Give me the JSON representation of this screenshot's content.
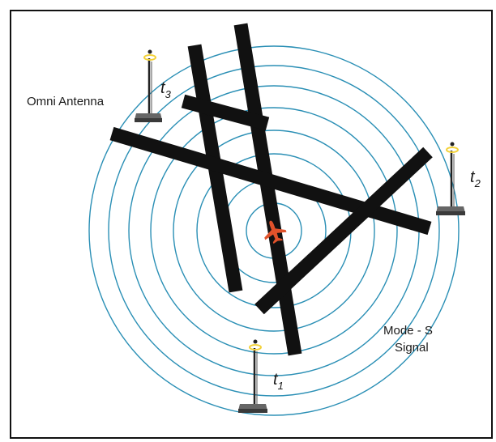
{
  "labels": {
    "omni_antenna": "Omni Antenna",
    "mode_s_line1": "Mode - S",
    "mode_s_line2": "Signal"
  },
  "times": [
    {
      "base": "t",
      "sub": "1"
    },
    {
      "base": "t",
      "sub": "2"
    },
    {
      "base": "t",
      "sub": "3"
    }
  ],
  "colors": {
    "rings": "#2a8fb5",
    "bands": "#111111",
    "aircraft": "#e0522b",
    "antenna_tip": "#f3d23a",
    "antenna_base": "#555555"
  },
  "icons": [
    "aircraft-icon",
    "antenna-icon"
  ]
}
